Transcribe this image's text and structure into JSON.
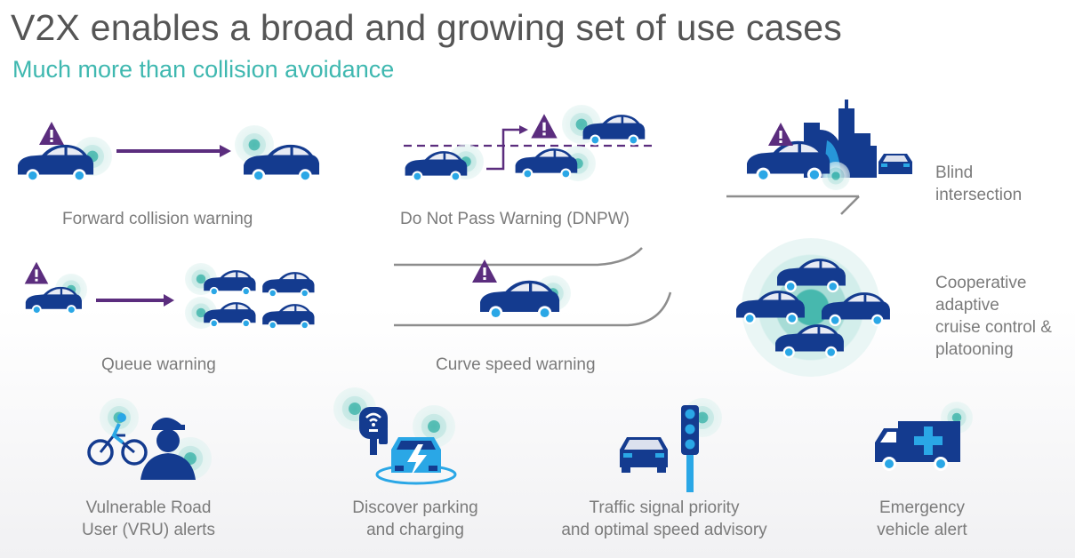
{
  "header": {
    "title": "V2X enables a broad and growing set of use cases",
    "subtitle": "Much more than collision avoidance"
  },
  "use_cases": [
    {
      "id": "fcw",
      "lines": [
        "Forward collision warning"
      ]
    },
    {
      "id": "dnpw",
      "lines": [
        "Do Not Pass Warning (DNPW)"
      ]
    },
    {
      "id": "blind",
      "lines": [
        "Blind",
        "intersection"
      ]
    },
    {
      "id": "queue",
      "lines": [
        "Queue warning"
      ]
    },
    {
      "id": "curve",
      "lines": [
        "Curve speed warning"
      ]
    },
    {
      "id": "cacc",
      "lines": [
        "Cooperative",
        "adaptive",
        "cruise control &",
        "platooning"
      ]
    },
    {
      "id": "vru",
      "lines": [
        "Vulnerable Road",
        "User (VRU) alerts"
      ]
    },
    {
      "id": "parking",
      "lines": [
        "Discover parking",
        "and charging"
      ]
    },
    {
      "id": "signal",
      "lines": [
        "Traffic signal priority",
        "and optimal speed advisory"
      ]
    },
    {
      "id": "emergency",
      "lines": [
        "Emergency",
        "vehicle alert"
      ]
    }
  ],
  "colors": {
    "title": "#555555",
    "subtitle": "#3fb8b0",
    "vehicle": "#143b8f",
    "wheel": "#2aa7e6",
    "warning": "#5b2d7e",
    "signal": "#47b8ae",
    "road": "#8d8d8d",
    "accent": "#2aa7e6"
  },
  "icons": [
    "warning-icon",
    "car-icon",
    "signal-wave-icon",
    "arrow-icon",
    "city-icon",
    "cyclist-icon",
    "pedestrian-icon",
    "parking-meter-icon",
    "ev-charging-icon",
    "traffic-light-icon",
    "ambulance-icon"
  ]
}
